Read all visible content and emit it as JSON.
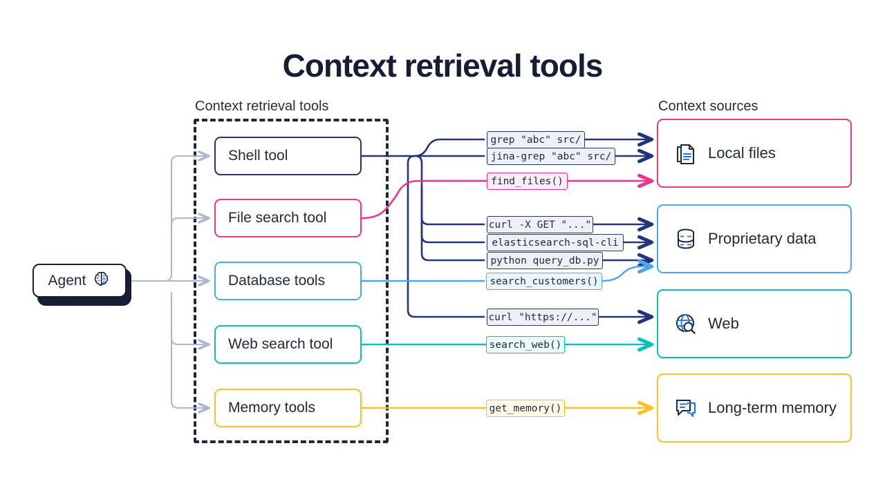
{
  "page": {
    "title": "Context retrieval tools",
    "background": "#ffffff"
  },
  "colors": {
    "navy": "#22347a",
    "navy_fill": "#eef0f8",
    "pink": "#f0348c",
    "pink_fill": "#fdeef5",
    "blue": "#49a8f0",
    "blue_fill": "#eaf6fe",
    "teal": "#07c1bd",
    "teal_fill": "#e8fbfa",
    "yellow": "#fcbf24",
    "yellow_fill": "#fff9e8",
    "dark": "#161e35",
    "agent_line": "#a9b6d4"
  },
  "agent": {
    "label": "Agent",
    "icon": "gear-brain-icon"
  },
  "groups": {
    "tools_label": "Context retrieval tools",
    "sources_label": "Context sources"
  },
  "tools": [
    {
      "id": "shell",
      "label": "Shell tool",
      "color": "#22347a"
    },
    {
      "id": "file",
      "label": "File search tool",
      "color": "#f0348c"
    },
    {
      "id": "database",
      "label": "Database tools",
      "color": "#49a8f0"
    },
    {
      "id": "web",
      "label": "Web search tool",
      "color": "#07c1bd"
    },
    {
      "id": "memory",
      "label": "Memory tools",
      "color": "#fcbf24"
    }
  ],
  "sources": [
    {
      "id": "local-files",
      "label": "Local files",
      "icon": "documents-icon",
      "color": "#f0348c"
    },
    {
      "id": "proprietary-data",
      "label": "Proprietary data",
      "icon": "database-icon",
      "color": "#49a8f0"
    },
    {
      "id": "web",
      "label": "Web",
      "icon": "globe-search-icon",
      "color": "#07c1bd"
    },
    {
      "id": "long-term-memory",
      "label": "Long-term memory",
      "icon": "chat-memory-icon",
      "color": "#fcbf24"
    }
  ],
  "commands": [
    {
      "id": "grep",
      "text": "grep \"abc\" src/",
      "from": "shell",
      "to": "local-files",
      "color": "#22347a",
      "fill": "#eef0f8"
    },
    {
      "id": "jina-grep",
      "text": "jina-grep \"abc\" src/",
      "from": "shell",
      "to": "local-files",
      "color": "#22347a",
      "fill": "#eef0f8"
    },
    {
      "id": "find-files",
      "text": "find_files()",
      "from": "file",
      "to": "local-files",
      "color": "#f0348c",
      "fill": "#fdeef5"
    },
    {
      "id": "curl-get",
      "text": "curl -X GET \"...\"",
      "from": "shell",
      "to": "proprietary-data",
      "color": "#22347a",
      "fill": "#eef0f8"
    },
    {
      "id": "elastic-sql",
      "text": "elasticsearch-sql-cli",
      "from": "shell",
      "to": "proprietary-data",
      "color": "#22347a",
      "fill": "#eef0f8"
    },
    {
      "id": "python-query",
      "text": "python query_db.py",
      "from": "shell",
      "to": "proprietary-data",
      "color": "#22347a",
      "fill": "#eef0f8"
    },
    {
      "id": "search-customers",
      "text": "search_customers()",
      "from": "database",
      "to": "proprietary-data",
      "color": "#49a8f0",
      "fill": "#eaf6fe"
    },
    {
      "id": "curl-https",
      "text": "curl \"https://...\"",
      "from": "shell",
      "to": "web",
      "color": "#22347a",
      "fill": "#eef0f8"
    },
    {
      "id": "search-web",
      "text": "search_web()",
      "from": "web",
      "to": "web",
      "color": "#07c1bd",
      "fill": "#e8fbfa"
    },
    {
      "id": "get-memory",
      "text": "get_memory()",
      "from": "memory",
      "to": "long-term-memory",
      "color": "#fcbf24",
      "fill": "#fff9e8"
    }
  ]
}
